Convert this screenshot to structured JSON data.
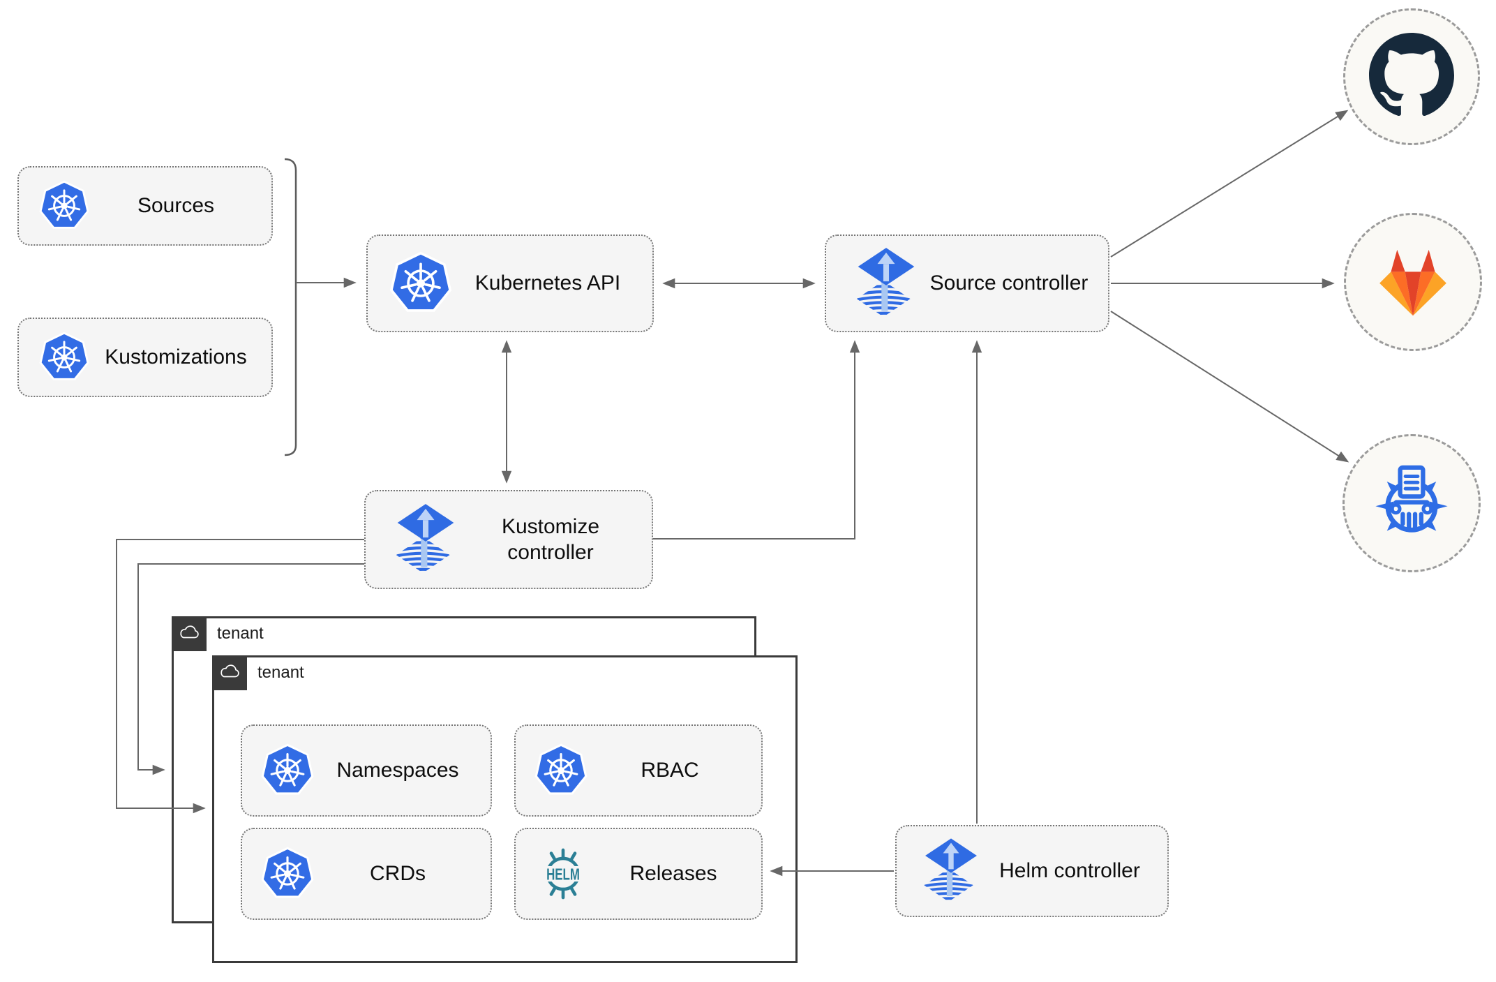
{
  "nodes": {
    "sources": {
      "label": "Sources",
      "icon": "kubernetes-icon"
    },
    "kustomizations": {
      "label": "Kustomizations",
      "icon": "kubernetes-icon"
    },
    "kubernetes_api": {
      "label": "Kubernetes API",
      "icon": "kubernetes-icon"
    },
    "source_controller": {
      "label": "Source controller",
      "icon": "flux-icon"
    },
    "kustomize_controller": {
      "label": "Kustomize controller",
      "icon": "flux-icon"
    },
    "helm_controller": {
      "label": "Helm controller",
      "icon": "flux-icon"
    }
  },
  "tenants": [
    {
      "label": "tenant"
    },
    {
      "label": "tenant",
      "resources": [
        {
          "label": "Namespaces",
          "icon": "kubernetes-icon"
        },
        {
          "label": "RBAC",
          "icon": "kubernetes-icon"
        },
        {
          "label": "CRDs",
          "icon": "kubernetes-icon"
        },
        {
          "label": "Releases",
          "icon": "helm-icon"
        }
      ]
    }
  ],
  "icons": {
    "helm_wordmark": "HELM"
  },
  "externals": [
    {
      "name": "github-icon"
    },
    {
      "name": "gitlab-icon"
    },
    {
      "name": "chart-repository-icon"
    }
  ],
  "edges": [
    {
      "from": "sources-and-kustomizations",
      "to": "kubernetes-api",
      "type": "arrow"
    },
    {
      "from": "kubernetes-api",
      "to": "source-controller",
      "type": "bidirectional"
    },
    {
      "from": "kubernetes-api",
      "to": "kustomize-controller",
      "type": "bidirectional"
    },
    {
      "from": "kustomize-controller",
      "to": "source-controller",
      "type": "arrow"
    },
    {
      "from": "kustomize-controller",
      "to": "tenant-back",
      "type": "arrow"
    },
    {
      "from": "kustomize-controller",
      "to": "tenant-front",
      "type": "arrow"
    },
    {
      "from": "helm-controller",
      "to": "source-controller",
      "type": "arrow"
    },
    {
      "from": "helm-controller",
      "to": "releases",
      "type": "arrow"
    },
    {
      "from": "source-controller",
      "to": "github",
      "type": "arrow"
    },
    {
      "from": "source-controller",
      "to": "gitlab",
      "type": "arrow"
    },
    {
      "from": "source-controller",
      "to": "chart-repository",
      "type": "arrow"
    }
  ],
  "colors": {
    "kubernetes_blue": "#326ce5",
    "flux_blue": "#316ce4",
    "flux_light_blue": "#b9d2f6",
    "helm_teal": "#2b7f95",
    "github_navy": "#16293b",
    "gitlab_red_orange": "#e24329",
    "gitlab_orange": "#fc6d26",
    "gitlab_light_orange": "#fca326",
    "chart_repository_blue": "#2e6de5",
    "edge_gray": "#676767",
    "node_fill": "#f5f5f5",
    "tenant_dark": "#3a3a3a"
  }
}
